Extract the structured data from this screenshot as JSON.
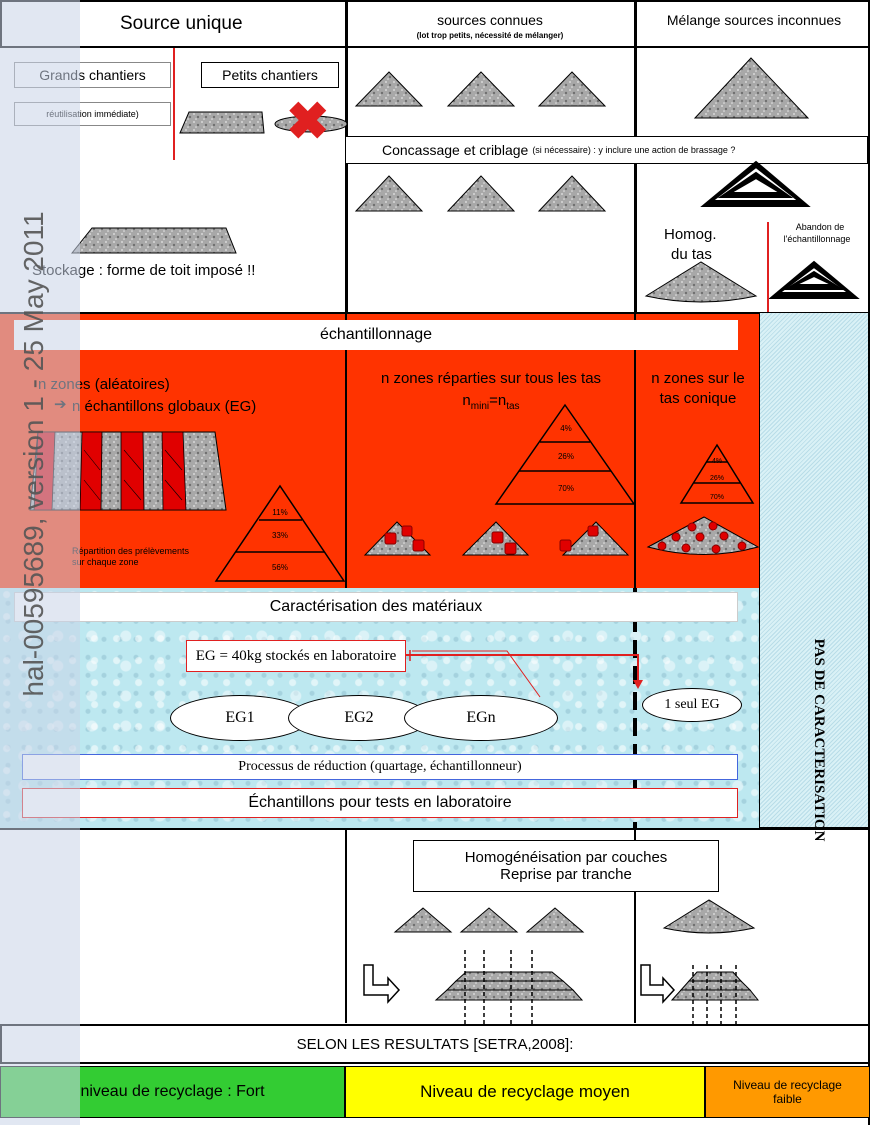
{
  "header": {
    "col1_title": "Source unique",
    "col2_title": "sources connues",
    "col2_subtitle": "(lot trop petits, nécessité de mélanger)",
    "col3_title": "Mélange sources inconnues"
  },
  "col1": {
    "grands_chantiers": "Grands chantiers",
    "petits_chantiers": "Petits chantiers",
    "reutilisation": "réutilisation immédiate)",
    "stockage": "Stockage : forme de toit imposé !!"
  },
  "concassage": {
    "main": "Concassage et criblage",
    "detail": "(si nécessaire) : y inclure une action de brassage ?"
  },
  "col3": {
    "homog_line1": "Homog.",
    "homog_line2": "du tas",
    "abandon_line1": "Abandon de",
    "abandon_line2": "l'échantillonnage"
  },
  "sampling": {
    "title": "échantillonnage",
    "col1_line1": "n zones (aléatoires)",
    "col1_line2": "n échantillons globaux (EG)",
    "col1_repartition_line1": "Répartition des prélèvements",
    "col1_repartition_line2": "sur chaque zone",
    "col1_pyramid": [
      "11%",
      "33%",
      "56%"
    ],
    "col2_line1": "n zones réparties sur tous les tas",
    "col2_nmini": "n",
    "col2_nmini_sub": "mini",
    "col2_equals": "=n",
    "col2_ntas_sub": "tas",
    "col2_pyramid": [
      "4%",
      "26%",
      "70%"
    ],
    "col3_line1": "n zones sur le",
    "col3_line2": "tas conique",
    "col3_pyramid": [
      "4%",
      "26%",
      "70%"
    ]
  },
  "characterisation": {
    "title": "Caractérisation des matériaux",
    "eg_storage": "EG = 40kg stockés en laboratoire",
    "ellipses": [
      "EG1",
      "EG2",
      "EGn"
    ],
    "single_eg": "1 seul EG",
    "reduction": "Processus de réduction (quartage, échantillonneur)",
    "lab_samples": "Échantillons pour tests en laboratoire",
    "no_characterisation": "PAS DE CARACTERISATION"
  },
  "homogenisation": {
    "line1": "Homogénéisation par couches",
    "line2": "Reprise par tranche"
  },
  "results": {
    "label": "SELON LES RESULTATS [SETRA,2008]:"
  },
  "recycling_levels": [
    {
      "label": "niveau de recyclage : Fort",
      "color": "#33cc33"
    },
    {
      "label": "Niveau de recyclage moyen",
      "color": "#ffff00"
    },
    {
      "label": "Niveau de recyclage faible",
      "color": "#ff9900"
    }
  ],
  "watermark": "hal-00595689, version 1 - 25 May 2011",
  "colors": {
    "sampling_bg": "#ff3300",
    "characterisation_bg": "#bde8f0",
    "hatch_column_bg": "#cfecf3",
    "red_accent": "#e02020",
    "gravel": "#a8a8a8",
    "watermark_bar": "#c9d3e8"
  }
}
